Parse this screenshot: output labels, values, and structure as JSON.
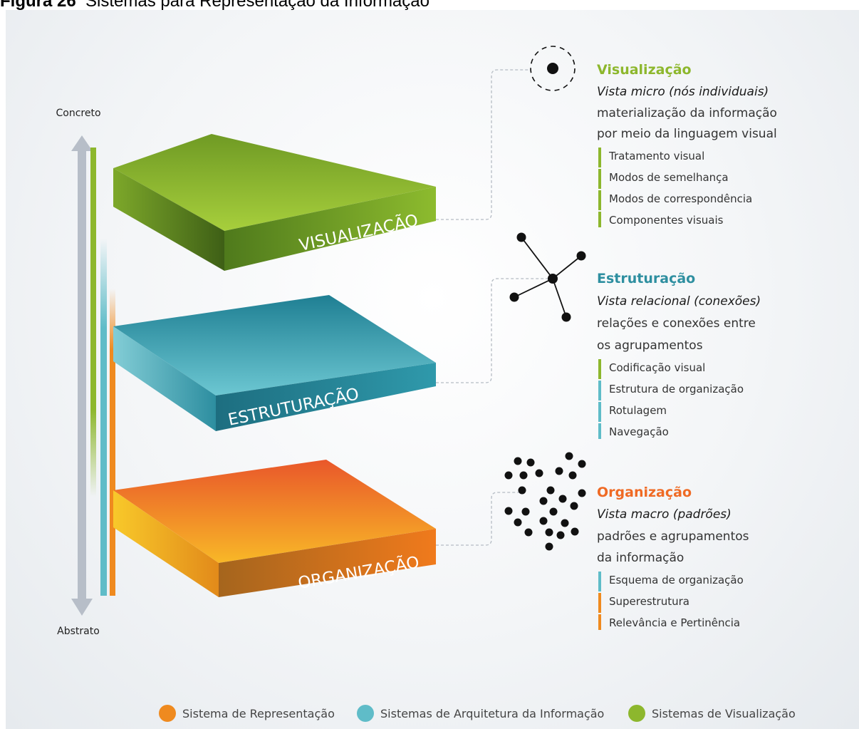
{
  "figure": {
    "label": "Figura 26",
    "title": "Sistemas para Representação da Informação"
  },
  "axis": {
    "top_label": "Concreto",
    "bottom_label": "Abstrato"
  },
  "colors": {
    "green": "#8db72d",
    "teal": "#2e95a6",
    "orange": "#ef8a1f",
    "gray_arrow": "#b7bec8"
  },
  "layers": [
    {
      "label": "VISUALIZAÇÃO",
      "color": "green"
    },
    {
      "label": "ESTRUTURAÇÃO",
      "color": "teal"
    },
    {
      "label": "ORGANIZAÇÃO",
      "color": "orange"
    }
  ],
  "panels": [
    {
      "title": "Visualização",
      "subtitle": "Vista micro (nós individuais)",
      "desc": [
        "materialização da informação",
        "por meio da linguagem visual"
      ],
      "icon": "single-node-icon",
      "items": [
        {
          "text": "Tratamento visual",
          "color": "green"
        },
        {
          "text": "Modos de semelhança",
          "color": "green"
        },
        {
          "text": "Modos de correspondência",
          "color": "green"
        },
        {
          "text": "Componentes visuais",
          "color": "green"
        }
      ]
    },
    {
      "title": "Estruturação",
      "subtitle": "Vista relacional (conexões)",
      "desc": [
        "relações e conexões entre",
        "os agrupamentos"
      ],
      "icon": "network-icon",
      "items": [
        {
          "text": "Codificação visual",
          "color": "green"
        },
        {
          "text": "Estrutura de organização",
          "color": "teal"
        },
        {
          "text": "Rotulagem",
          "color": "teal"
        },
        {
          "text": "Navegação",
          "color": "teal"
        }
      ]
    },
    {
      "title": "Organização",
      "subtitle": "Vista macro (padrões)",
      "desc": [
        "padrões e agrupamentos",
        "da informação"
      ],
      "icon": "dot-cluster-icon",
      "items": [
        {
          "text": "Esquema de organização",
          "color": "teal"
        },
        {
          "text": "Superestrutura",
          "color": "orange"
        },
        {
          "text": "Relevância e Pertinência",
          "color": "orange"
        }
      ]
    }
  ],
  "legend": [
    {
      "label": "Sistema de Representação",
      "color": "orange"
    },
    {
      "label": "Sistemas de Arquitetura da Informação",
      "color": "teal"
    },
    {
      "label": "Sistemas de Visualização",
      "color": "green"
    }
  ]
}
